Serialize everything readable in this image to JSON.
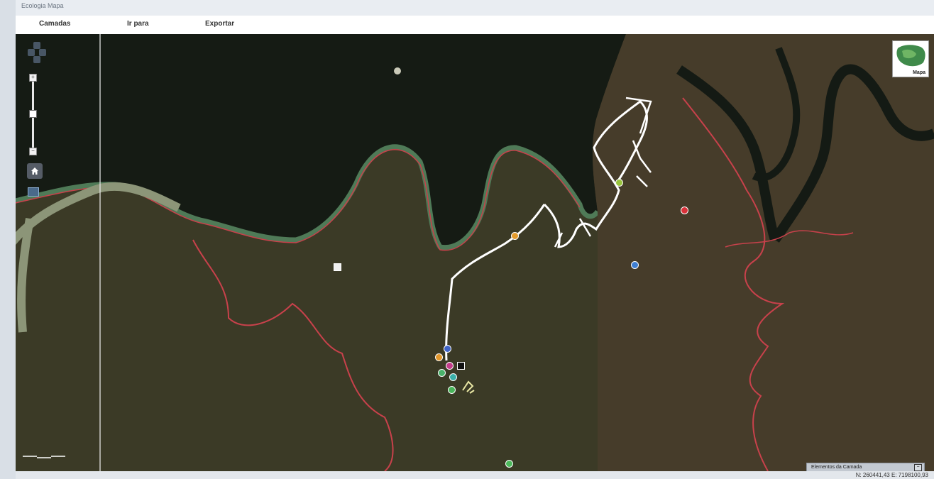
{
  "app": {
    "title": "Ecologia Mapa"
  },
  "menu": {
    "items": [
      {
        "label": "Camadas"
      },
      {
        "label": "Ir para"
      },
      {
        "label": "Exportar"
      }
    ]
  },
  "map": {
    "overview_label": "Mapa",
    "layer_panel_label": "Elementos da Camada",
    "coords_text": "N: 260441,43    E: 7198100,93",
    "zoom_level": 0.55,
    "colors": {
      "water": "#151b14",
      "land": "#3b3a26",
      "boundary": "#c8414b",
      "road": "#ffffff",
      "river": "#8c9578"
    },
    "markers": [
      {
        "icon": "orange-marker-icon",
        "color": "#e39b2d"
      },
      {
        "icon": "green-marker-icon",
        "color": "#98c33b"
      },
      {
        "icon": "red-marker-icon",
        "color": "#d9323a"
      },
      {
        "icon": "blue-marker-icon",
        "color": "#3f7fd3"
      },
      {
        "icon": "blue-marker-icon",
        "color": "#3f64c8"
      },
      {
        "icon": "orange-marker-icon",
        "color": "#e0962c"
      },
      {
        "icon": "magenta-marker-icon",
        "color": "#c33c8a"
      },
      {
        "icon": "green-marker-icon",
        "color": "#4ab26b"
      },
      {
        "icon": "teal-marker-icon",
        "color": "#3ab0a8"
      },
      {
        "icon": "green-marker-icon",
        "color": "#49b45a"
      },
      {
        "icon": "green-marker-icon",
        "color": "#4cb95c"
      }
    ]
  }
}
